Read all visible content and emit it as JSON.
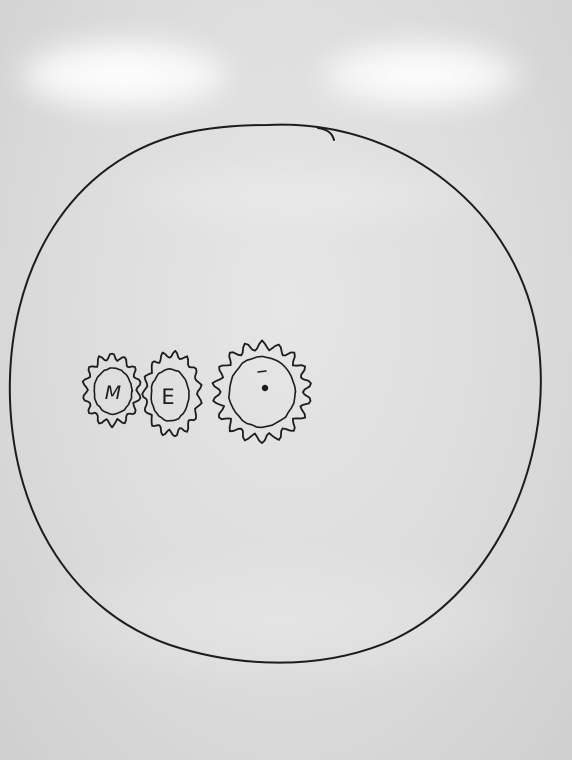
{
  "drawing": {
    "medium": "whiteboard",
    "ink_color": "#1c1c1c",
    "left_blob_letter": "M",
    "middle_blob_letter": "E",
    "right_blob_mark": "dot"
  }
}
